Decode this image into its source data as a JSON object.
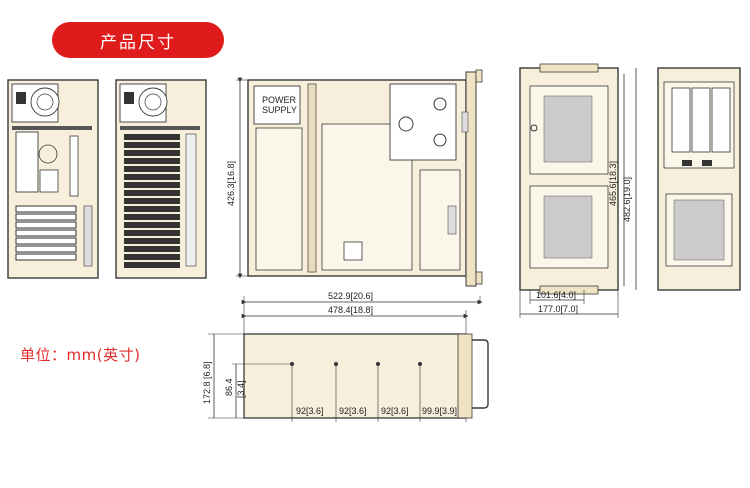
{
  "header": {
    "title": "产品尺寸"
  },
  "unit_note": "单位：mm(英寸)",
  "power_supply_label": [
    "POWER",
    "SUPPLY"
  ],
  "dimensions": {
    "height_side": "426.3[16.8]",
    "depth_overall": "522.9[20.6]",
    "depth_body": "478.4[18.8]",
    "front_height_inner": "465.6[18.3]",
    "front_height_outer": "482.6[19.0]",
    "front_width_inner": "101.6[4.0]",
    "front_width_outer": "177.0[7.0]",
    "top_height": "172.8 [6.8]",
    "top_hole_offset_a": "86.4",
    "top_hole_offset_b": "[3.4]",
    "pitch_1": "92[3.6]",
    "pitch_2": "92[3.6]",
    "pitch_3": "92[3.6]",
    "pitch_4": "99.9[3.9]"
  },
  "colors": {
    "accent": "#e01b1b",
    "body": "#f7efdc",
    "line": "#3a3a3a"
  }
}
